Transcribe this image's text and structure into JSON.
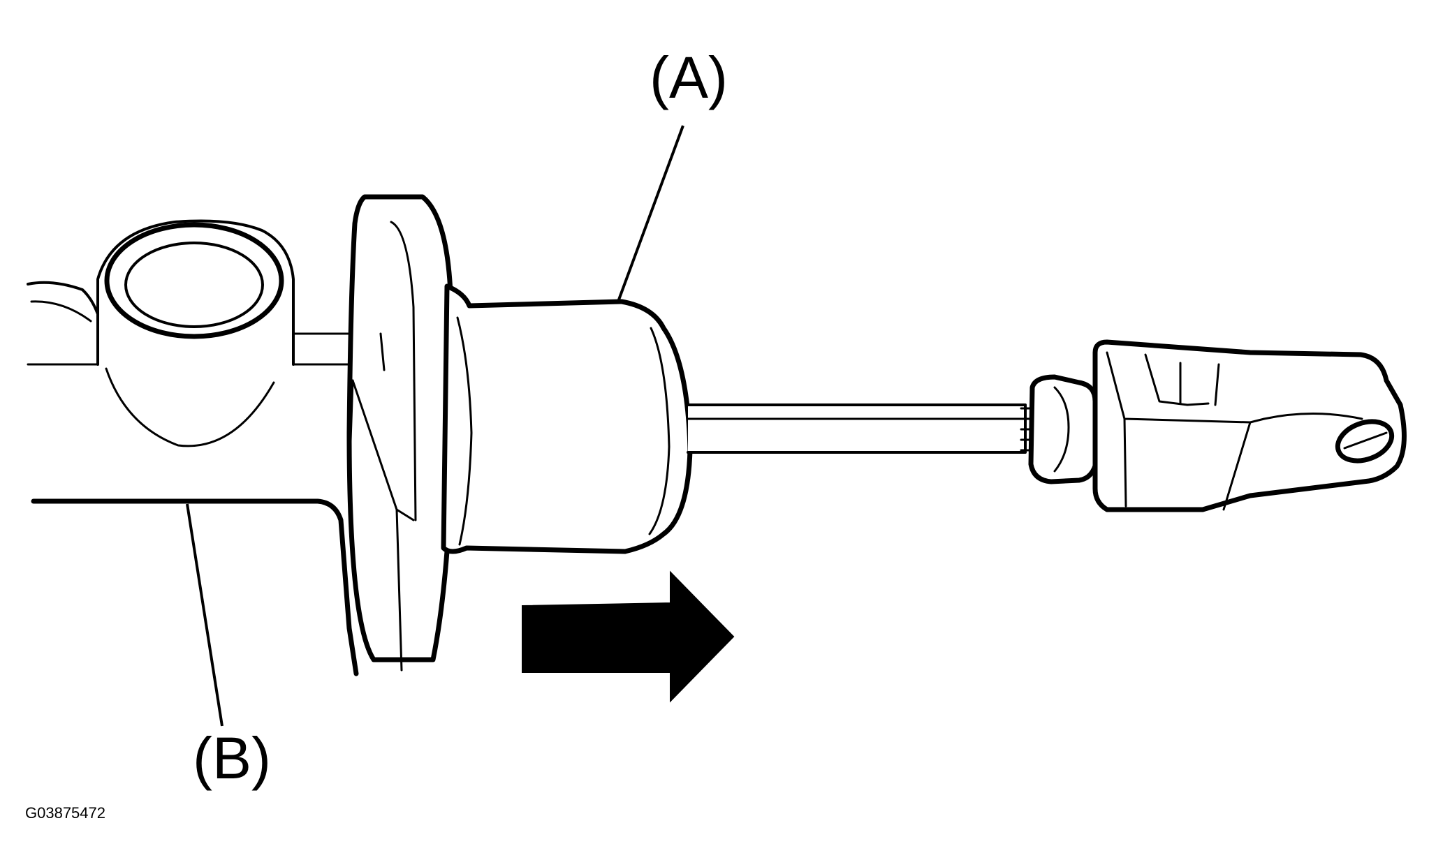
{
  "diagram": {
    "labels": {
      "a": "(A)",
      "b": "(B)"
    },
    "figure_code": "G03875472",
    "colors": {
      "line": "#000000",
      "background": "#ffffff"
    },
    "arrow_direction": "right"
  }
}
